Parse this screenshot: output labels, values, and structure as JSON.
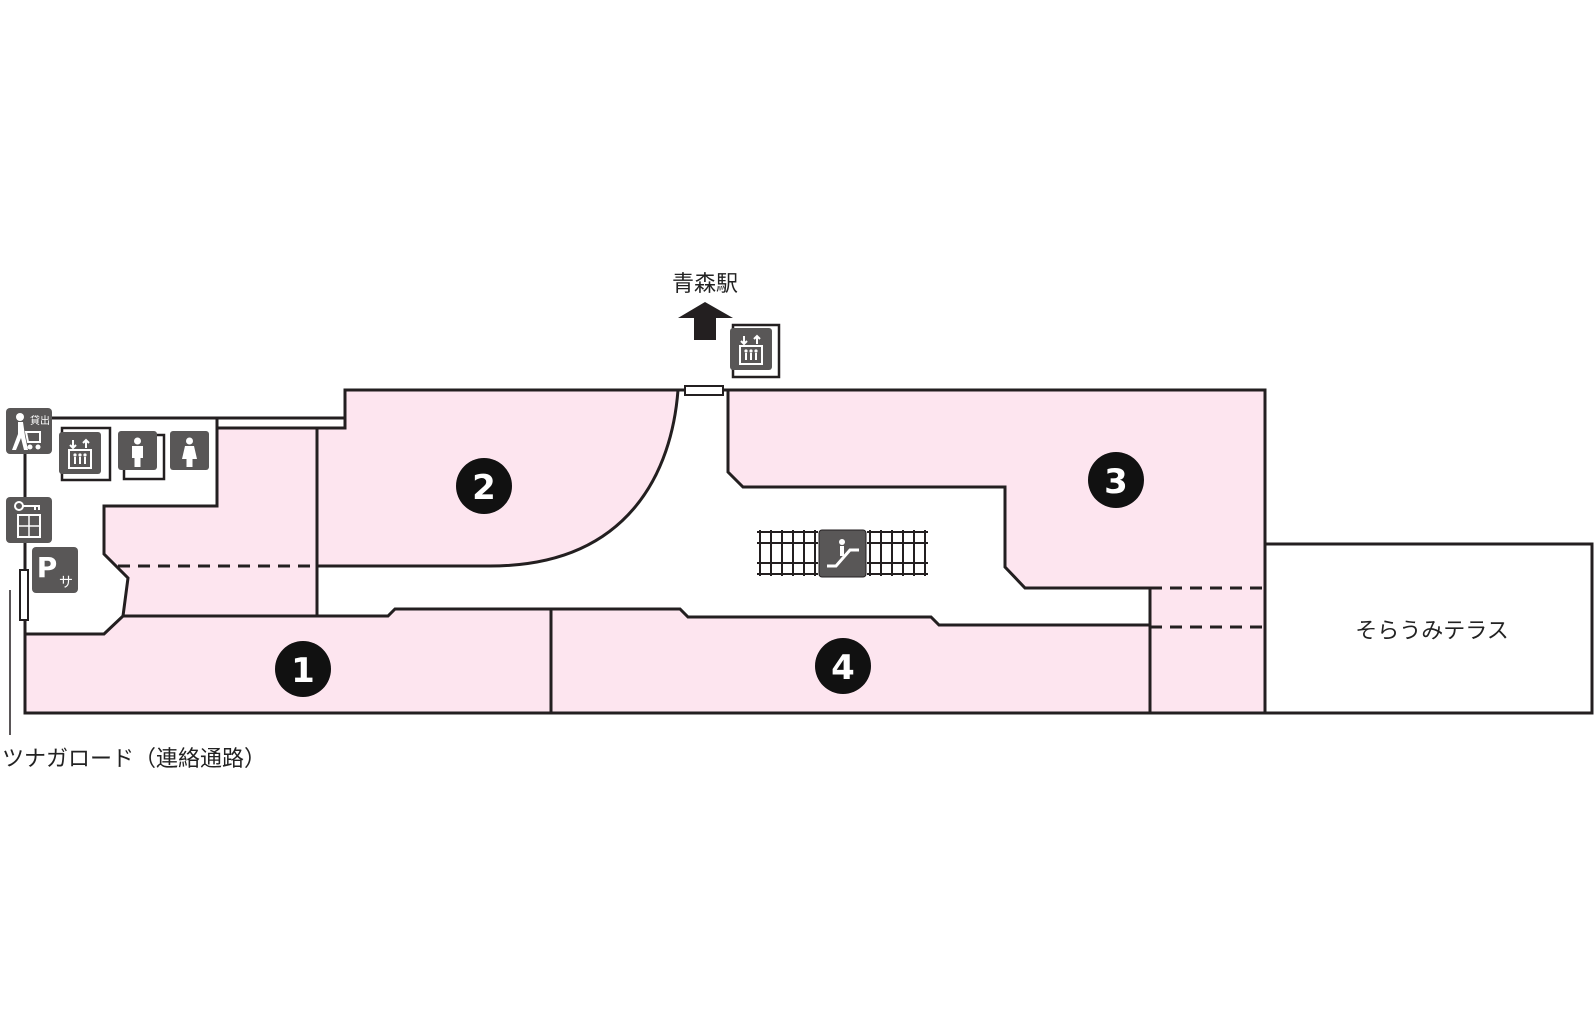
{
  "station_label": "青森駅",
  "terrace_label": "そらうみテラス",
  "connector_label": "ツナガロード（連絡通路）",
  "shops": [
    {
      "id": "1",
      "label": "1"
    },
    {
      "id": "2",
      "label": "2"
    },
    {
      "id": "3",
      "label": "3"
    },
    {
      "id": "4",
      "label": "4"
    }
  ],
  "icons": {
    "stroller_rental": "stroller-rental-icon",
    "stroller_rental_text": "貸出",
    "elevator": "elevator-icon",
    "restroom_men": "men-restroom-icon",
    "restroom_women": "women-restroom-icon",
    "locker": "coin-locker-icon",
    "parking": "parking-service-icon",
    "parking_text_main": "P",
    "parking_text_sub": "サ",
    "escalator": "escalator-icon",
    "station_arrow": "up-arrow-icon"
  },
  "colors": {
    "shop_fill": "#fde5ef",
    "wall": "#231f20",
    "icon_bg": "#595757"
  }
}
